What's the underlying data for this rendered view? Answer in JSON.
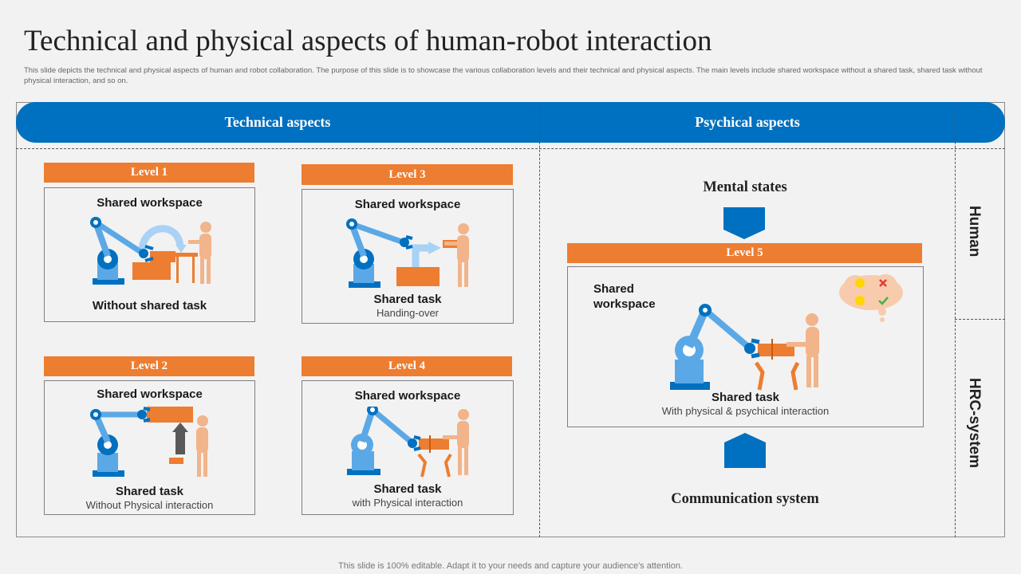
{
  "title": "Technical and physical aspects of human-robot interaction",
  "subtitle": "This slide depicts the technical and physical aspects of human and robot collaboration. The purpose of this slide is to showcase the various collaboration levels and their technical and physical aspects. The main levels include shared workspace without a shared task, shared task without physical interaction, and so on.",
  "headers": {
    "technical": "Technical aspects",
    "psychical": "Psychical aspects"
  },
  "levels": [
    {
      "label": "Level 1",
      "workspace": "Shared workspace",
      "task": "Without shared task",
      "detail": ""
    },
    {
      "label": "Level 3",
      "workspace": "Shared workspace",
      "task": "Shared task",
      "detail": "Handing-over"
    },
    {
      "label": "Level 2",
      "workspace": "Shared workspace",
      "task": "Shared task",
      "detail": "Without Physical interaction"
    },
    {
      "label": "Level 4",
      "workspace": "Shared workspace",
      "task": "Shared task",
      "detail": "with Physical interaction"
    }
  ],
  "level5": {
    "label": "Level 5",
    "workspace": "Shared\nworkspace",
    "task": "Shared task",
    "detail": "With physical & psychical interaction"
  },
  "mental_states": "Mental states",
  "communication_system": "Communication system",
  "side_labels": {
    "human": "Human",
    "hrc": "HRC-system"
  },
  "footer": "This slide is 100% editable. Adapt it to your needs and capture your audience's attention.",
  "colors": {
    "accent_blue": "#0070c0",
    "accent_orange": "#ed7d31",
    "robot_blue": "#5ba8e6",
    "skin": "#f2b48a"
  }
}
